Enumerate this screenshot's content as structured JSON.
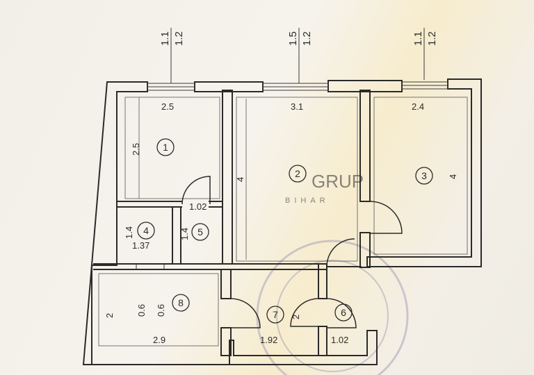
{
  "openings": [
    {
      "top": "1.1",
      "bottom": "1.2"
    },
    {
      "top": "1.5",
      "bottom": "1.2"
    },
    {
      "top": "1.1",
      "bottom": "1.2"
    }
  ],
  "rooms": [
    {
      "number": "1"
    },
    {
      "number": "2"
    },
    {
      "number": "3"
    },
    {
      "number": "4"
    },
    {
      "number": "5"
    },
    {
      "number": "6"
    },
    {
      "number": "7"
    },
    {
      "number": "8"
    }
  ],
  "dimensions": {
    "r1_width": "2.5",
    "r1_depth": "2.5",
    "r2_width": "3.1",
    "r2_depth": "4",
    "r3_width": "2.4",
    "r3_depth": "4",
    "door_1_02": "1.02",
    "r4_depth": "1.4",
    "r4_width": "1.37",
    "r5_depth": "1.4",
    "r8_depth": "2",
    "r8_width": "2.9",
    "r8_window_a": "0.6",
    "r8_window_b": "0.6",
    "r7_width": "1.92",
    "r7_depth": "2",
    "r6_width": "1.02"
  },
  "watermark": {
    "brand": "GRUP",
    "sub": "BIHAR"
  },
  "colors": {
    "wall": "#2a2a2a",
    "line": "#3a3a3a",
    "paper": "#f4f1ea",
    "stamp": "#7d7aa6"
  }
}
